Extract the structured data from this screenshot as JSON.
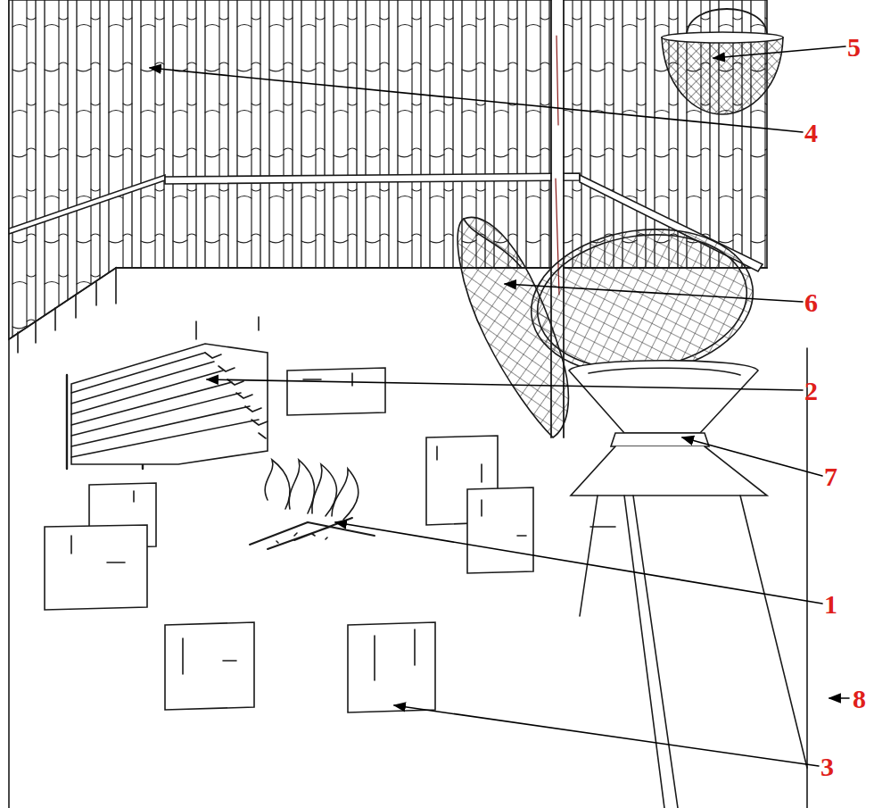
{
  "diagram": {
    "labels": [
      "5",
      "4",
      "6",
      "2",
      "7",
      "1",
      "8",
      "3"
    ]
  }
}
